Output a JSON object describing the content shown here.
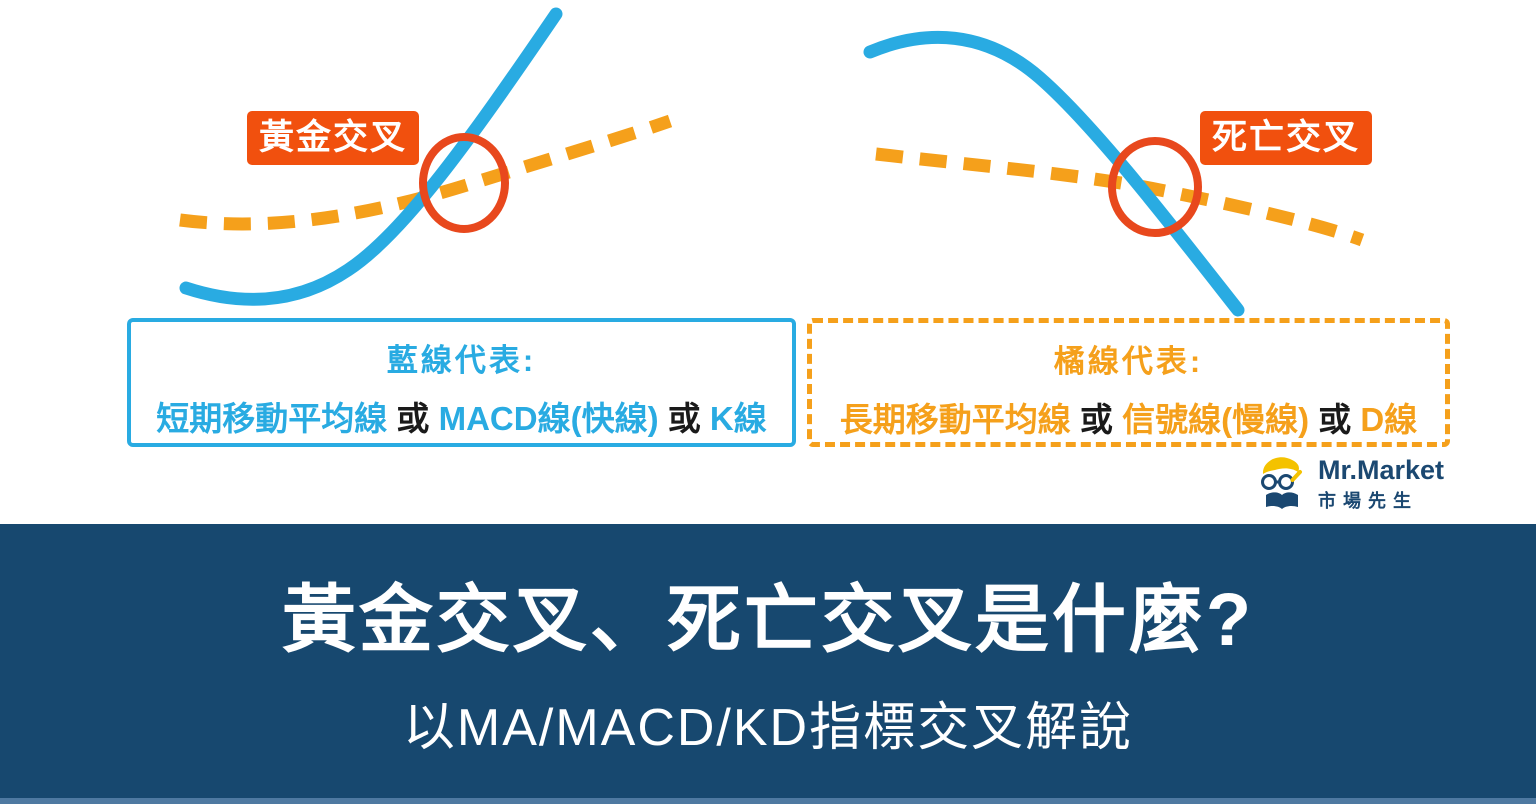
{
  "colors": {
    "blue_line": "#29ABE2",
    "orange_line": "#F5A01B",
    "circle_red": "#E8481D",
    "label_bg": "#F1500E",
    "banner_bg": "#17486F",
    "banner_strip": "#4E79A1",
    "logo_navy": "#1B4871",
    "logo_gold": "#F4C200"
  },
  "diagrams": {
    "golden_cross": {
      "label": "黃金交叉"
    },
    "death_cross": {
      "label": "死亡交叉"
    }
  },
  "legend_blue": {
    "title": "藍線代表:",
    "segments": [
      {
        "text": "短期移動平均線"
      },
      {
        "text": " 或 "
      },
      {
        "text": "MACD線(快線)"
      },
      {
        "text": " 或 "
      },
      {
        "text": "K線"
      }
    ]
  },
  "legend_orange": {
    "title": "橘線代表:",
    "segments": [
      {
        "text": "長期移動平均線"
      },
      {
        "text": " 或 "
      },
      {
        "text": "信號線(慢線)"
      },
      {
        "text": " 或 "
      },
      {
        "text": "D線"
      }
    ]
  },
  "logo": {
    "name": "Mr.Market",
    "subtitle": "市場先生"
  },
  "banner": {
    "title": "黃金交叉、死亡交叉是什麼?",
    "subtitle": "以MA/MACD/KD指標交叉解說"
  }
}
